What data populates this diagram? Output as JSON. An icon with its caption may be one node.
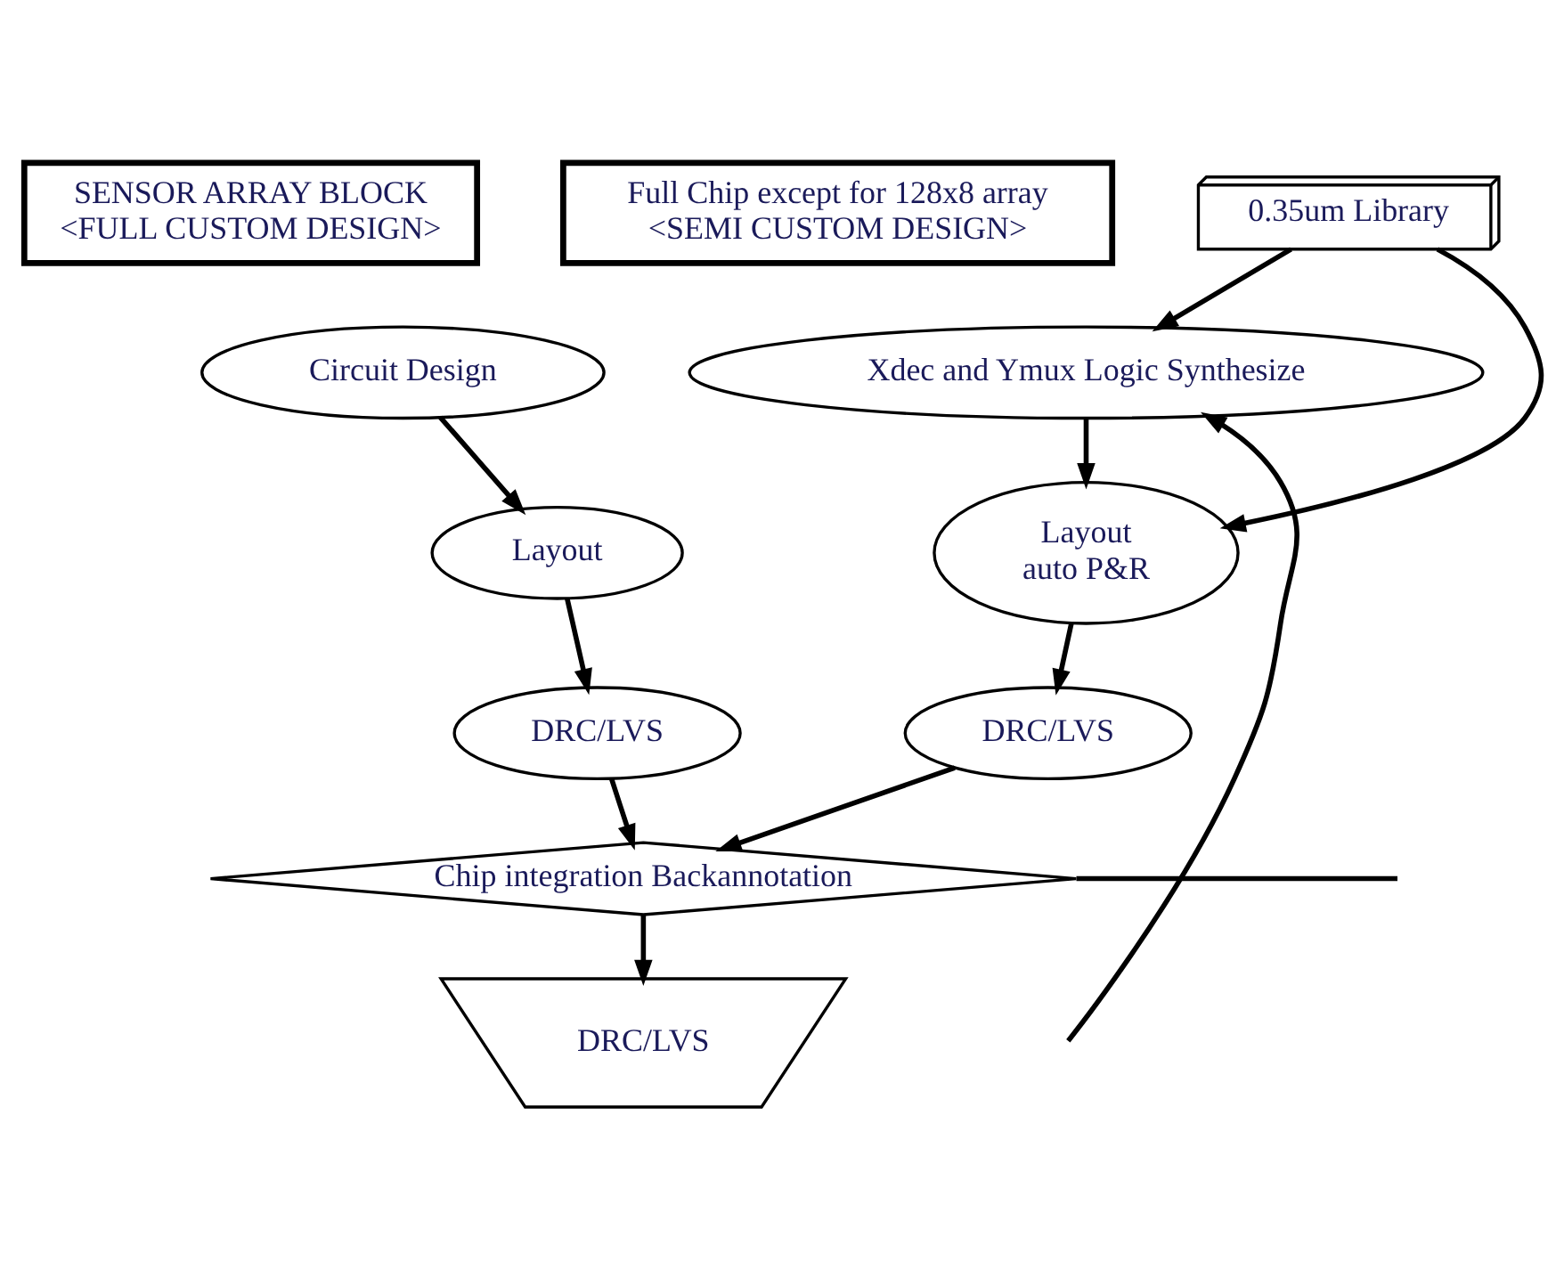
{
  "diagram": {
    "nodes": [
      {
        "text": [
          "SENSOR ARRAY BLOCK",
          "<FULL CUSTOM DESIGN>"
        ]
      },
      {
        "text": [
          "Full Chip except for 128x8 array",
          "<SEMI CUSTOM DESIGN>"
        ]
      },
      {
        "text": [
          "Circuit Design"
        ]
      },
      {
        "text": [
          "Layout"
        ]
      },
      {
        "text": [
          "DRC/LVS"
        ]
      },
      {
        "text": [
          "Xdec and Ymux Logic Synthesize"
        ]
      },
      {
        "text": [
          "0.35um Library"
        ]
      },
      {
        "text": [
          "Layout",
          "auto P&R"
        ]
      },
      {
        "text": [
          "DRC/LVS"
        ]
      },
      {
        "text": [
          "Chip integration Backannotation"
        ]
      },
      {
        "text": [
          "DRC/LVS"
        ]
      }
    ],
    "edges": [
      {
        "from": 2,
        "to": 3,
        "arrow": "to"
      },
      {
        "from": 3,
        "to": 4,
        "arrow": "to"
      },
      {
        "from": 6,
        "to": 5,
        "arrow": "to"
      },
      {
        "from": 5,
        "to": 7,
        "arrow": "to"
      },
      {
        "from": 6,
        "to": 7,
        "arrow": "to"
      },
      {
        "from": 7,
        "to": 8,
        "arrow": "to"
      },
      {
        "from": 4,
        "to": 9,
        "arrow": "to"
      },
      {
        "from": 8,
        "to": 9,
        "arrow": "to"
      },
      {
        "from": 9,
        "to": 10,
        "arrow": "to"
      },
      {
        "from": 9,
        "to": null,
        "arrow": "none"
      },
      {
        "from": null,
        "to": 5,
        "arrow": "to"
      }
    ]
  }
}
